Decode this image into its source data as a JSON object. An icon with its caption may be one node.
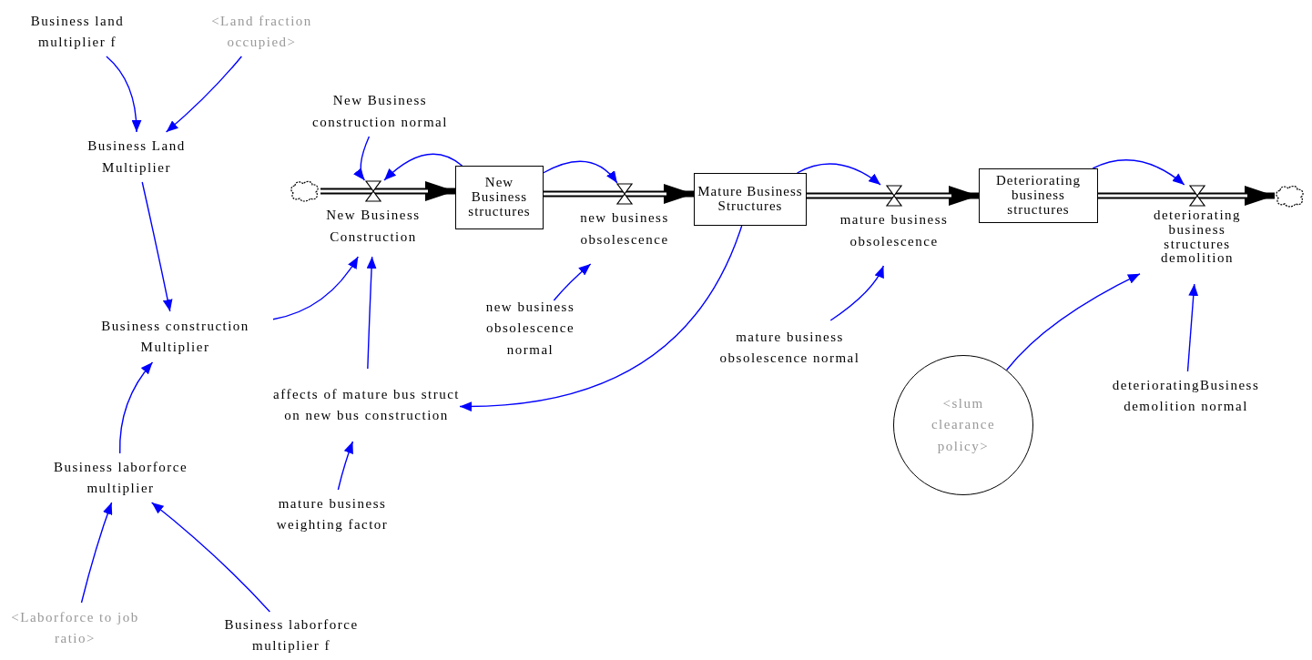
{
  "diagram": {
    "nodes": [
      {
        "text": [
          "Business land multiplier f"
        ]
      },
      {
        "text": [
          "<Land fraction occupied>"
        ]
      },
      {
        "text": [
          "Business Land Multiplier"
        ]
      },
      {
        "text": [
          "New Business construction normal"
        ]
      },
      {
        "text": [],
        "shape": "cloud"
      },
      {
        "text": [
          "New Business Construction"
        ]
      },
      {
        "text": [
          "New Business structures"
        ]
      },
      {
        "text": [
          "new business obsolescence"
        ]
      },
      {
        "text": [
          "Mature Business Structures"
        ]
      },
      {
        "text": [
          "mature business obsolescence"
        ]
      },
      {
        "text": [
          "Deteriorating business structures"
        ]
      },
      {
        "text": [
          "deteriorating business structures demolition"
        ]
      },
      {
        "text": [],
        "shape": "cloud"
      },
      {
        "text": [
          "Business construction Multiplier"
        ]
      },
      {
        "text": [
          "new business obsolescence normal"
        ]
      },
      {
        "text": [
          "mature business obsolescence normal"
        ]
      },
      {
        "text": [
          "affects of mature bus struct on new bus construction"
        ]
      },
      {
        "text": [
          "<slum clearance policy>"
        ]
      },
      {
        "text": [
          "deterioratingBusiness demolition normal"
        ]
      },
      {
        "text": [
          "Business laborforce multiplier"
        ]
      },
      {
        "text": [
          "mature business weighting factor"
        ]
      },
      {
        "text": [
          "<Laborforce to job ratio>"
        ]
      },
      {
        "text": [
          "Business laborforce multiplier f"
        ]
      }
    ],
    "edges": [
      {
        "from": 0,
        "to": 2,
        "arrow": "to"
      },
      {
        "from": 1,
        "to": 2,
        "arrow": "to"
      },
      {
        "from": 2,
        "to": 13,
        "arrow": "to"
      },
      {
        "from": 3,
        "to": 5,
        "arrow": "to"
      },
      {
        "from": 6,
        "to": 5,
        "arrow": "to"
      },
      {
        "from": 6,
        "to": 7,
        "arrow": "to"
      },
      {
        "from": 8,
        "to": 9,
        "arrow": "to"
      },
      {
        "from": 10,
        "to": 11,
        "arrow": "to"
      },
      {
        "from": 13,
        "to": 5,
        "arrow": "to"
      },
      {
        "from": 16,
        "to": 5,
        "arrow": "to"
      },
      {
        "from": 14,
        "to": 7,
        "arrow": "to"
      },
      {
        "from": 15,
        "to": 9,
        "arrow": "to"
      },
      {
        "from": 8,
        "to": 16,
        "arrow": "to"
      },
      {
        "from": 17,
        "to": 11,
        "arrow": "to"
      },
      {
        "from": 18,
        "to": 11,
        "arrow": "to"
      },
      {
        "from": 19,
        "to": 13,
        "arrow": "to"
      },
      {
        "from": 20,
        "to": 16,
        "arrow": "to"
      },
      {
        "from": 21,
        "to": 19,
        "arrow": "to"
      },
      {
        "from": 22,
        "to": 19,
        "arrow": "to"
      },
      {
        "from": 4,
        "to": 6,
        "arrow": "to",
        "style": "thick",
        "color": "#000000"
      },
      {
        "from": 6,
        "to": 8,
        "arrow": "to",
        "style": "thick",
        "color": "#000000"
      },
      {
        "from": 8,
        "to": 10,
        "arrow": "to",
        "style": "thick",
        "color": "#000000"
      },
      {
        "from": 10,
        "to": 12,
        "arrow": "to",
        "style": "thick",
        "color": "#000000"
      }
    ]
  }
}
